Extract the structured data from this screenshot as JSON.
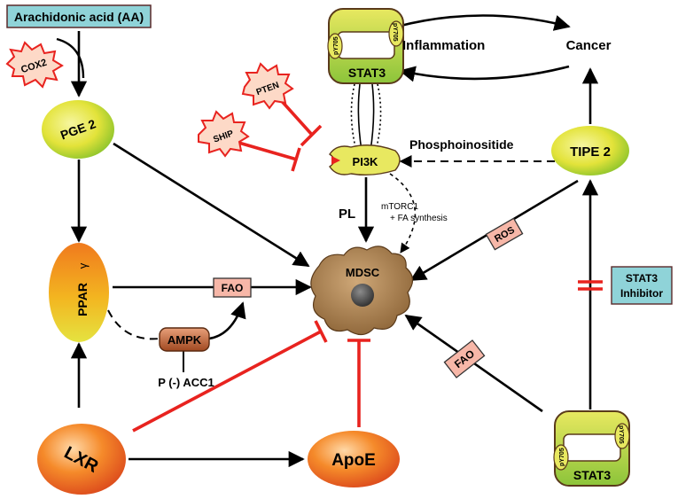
{
  "nodes": {
    "aa": "Arachidonic acid (AA)",
    "cox2": "COX2",
    "pge2": "PGE 2",
    "pten": "PTEN",
    "ship": "SHIP",
    "stat3_top": "STAT3",
    "stat3_top_py705": "pY705",
    "stat3_top_py705b": "pY705",
    "inflammation": "Inflammation",
    "cancer": "Cancer",
    "pi3k": "PI3K",
    "phosphoinositide": "Phosphoinositide",
    "tipe2": "TIPE 2",
    "pl": "PL",
    "mtorc1_line1": "mTORC1",
    "mtorc1_line2": "+ FA synthesis",
    "ros": "ROS",
    "ppar": "PPAR",
    "ppar_gamma": "γ",
    "fao_left": "FAO",
    "mdsc": "MDSC",
    "stat3_inhibitor_line1": "STAT3",
    "stat3_inhibitor_line2": "Inhibitor",
    "ampk": "AMPK",
    "pacc1": "P (-) ACC1",
    "fao_right": "FAO",
    "lxr": "LXR",
    "apoe": "ApoE",
    "stat3_bottom": "STAT3",
    "stat3_bottom_py705": "pY705",
    "stat3_bottom_py705b": "pY705"
  },
  "colors": {
    "activation_arrow": "#000000",
    "inhibition": "#e8231f",
    "aa_box_fill": "#8fd3d8",
    "ros_fao_box_fill": "#f7b7a8",
    "yellow_node": "#e8e84a",
    "green_node": "#5fb52e",
    "orange_node": "#f47b20",
    "mdsc_fill": "#b08a5e"
  }
}
